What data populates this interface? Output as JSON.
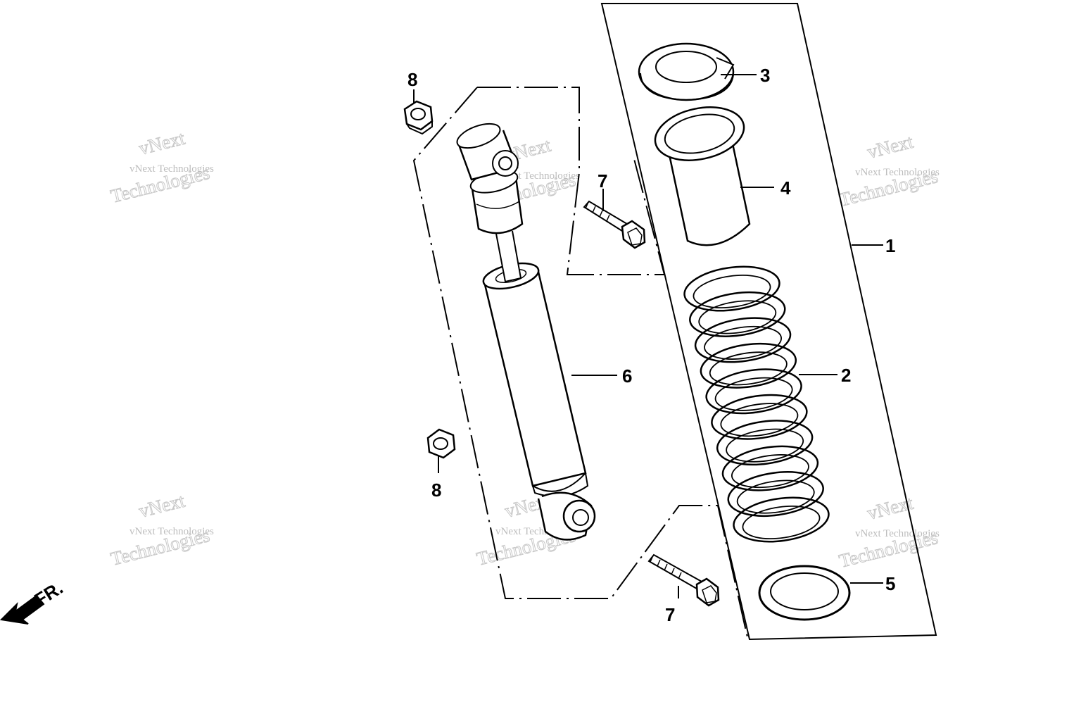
{
  "diagram": {
    "callouts": [
      {
        "id": "1",
        "label": "1"
      },
      {
        "id": "2",
        "label": "2"
      },
      {
        "id": "3",
        "label": "3"
      },
      {
        "id": "4",
        "label": "4"
      },
      {
        "id": "5",
        "label": "5"
      },
      {
        "id": "6",
        "label": "6"
      },
      {
        "id": "7a",
        "label": "7"
      },
      {
        "id": "7b",
        "label": "7"
      },
      {
        "id": "8a",
        "label": "8"
      },
      {
        "id": "8b",
        "label": "8"
      }
    ],
    "direction_label": "FR.",
    "watermark": {
      "line1": "vNext Technologies",
      "line2": "vNext",
      "line3": "Technologies"
    }
  }
}
